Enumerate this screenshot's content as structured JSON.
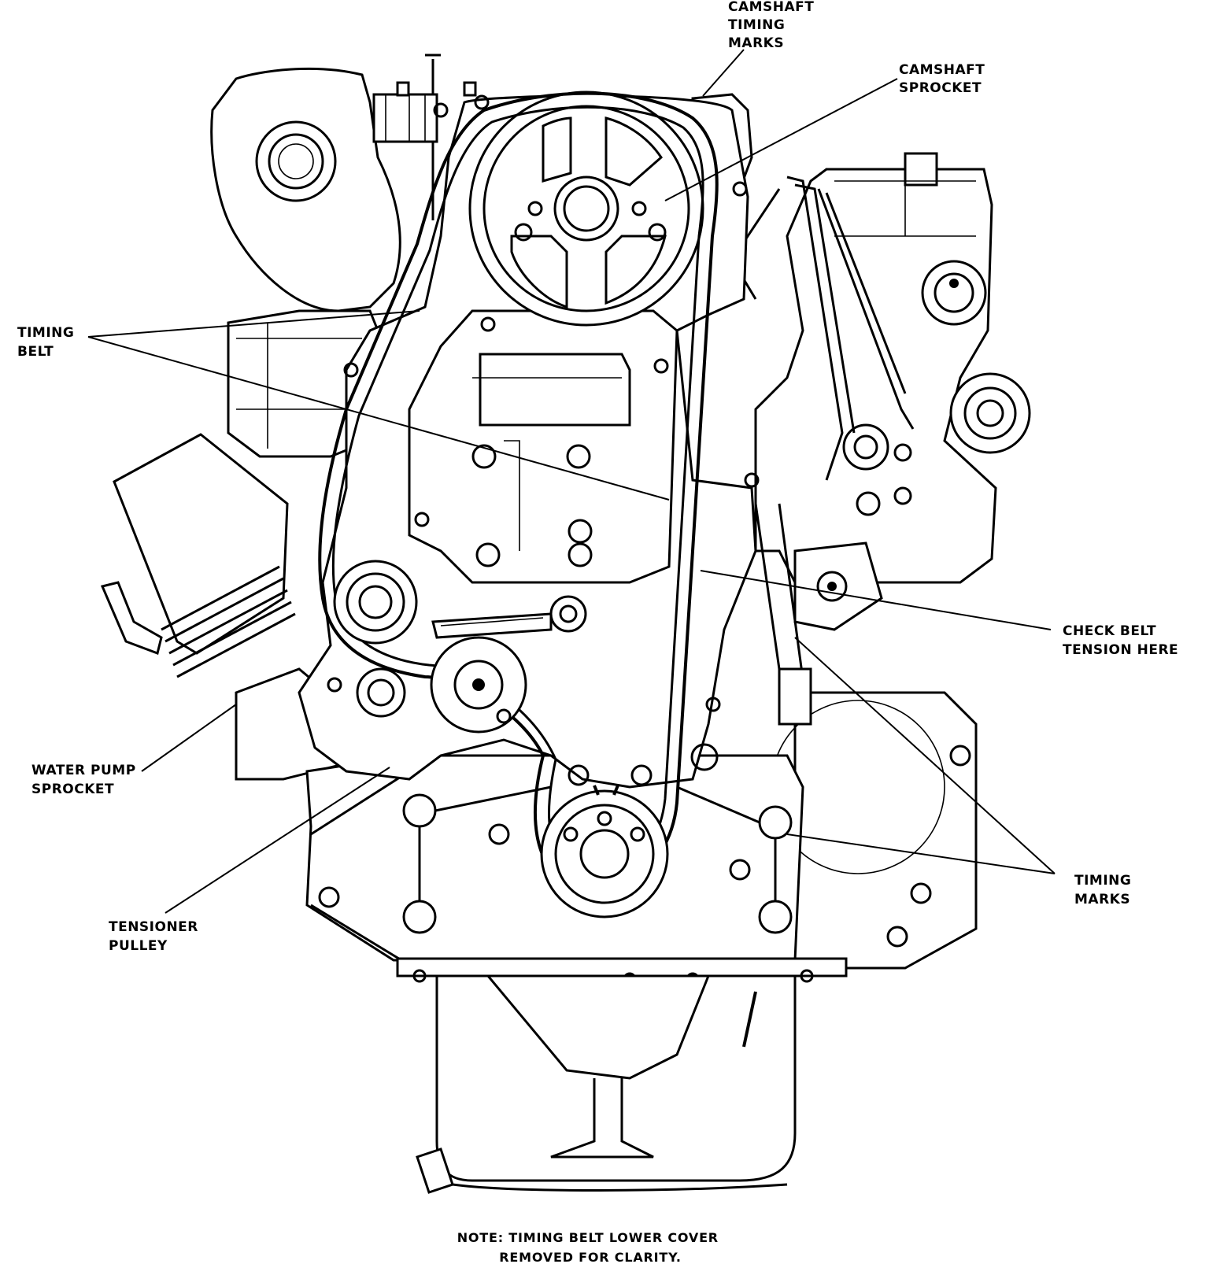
{
  "labels": {
    "camshaft_timing_marks": [
      "CAMSHAFT",
      "TIMING",
      "MARKS"
    ],
    "camshaft_sprocket": [
      "CAMSHAFT",
      "SPROCKET"
    ],
    "timing_belt": [
      "TIMING",
      "BELT"
    ],
    "check_belt_tension": [
      "CHECK BELT",
      "TENSION HERE"
    ],
    "water_pump_sprocket": [
      "WATER PUMP",
      "SPROCKET"
    ],
    "timing_marks": [
      "TIMING",
      "MARKS"
    ],
    "tensioner_pulley": [
      "TENSIONER",
      "PULLEY"
    ]
  },
  "note": [
    "NOTE:  TIMING BELT LOWER COVER",
    "REMOVED FOR CLARITY."
  ]
}
